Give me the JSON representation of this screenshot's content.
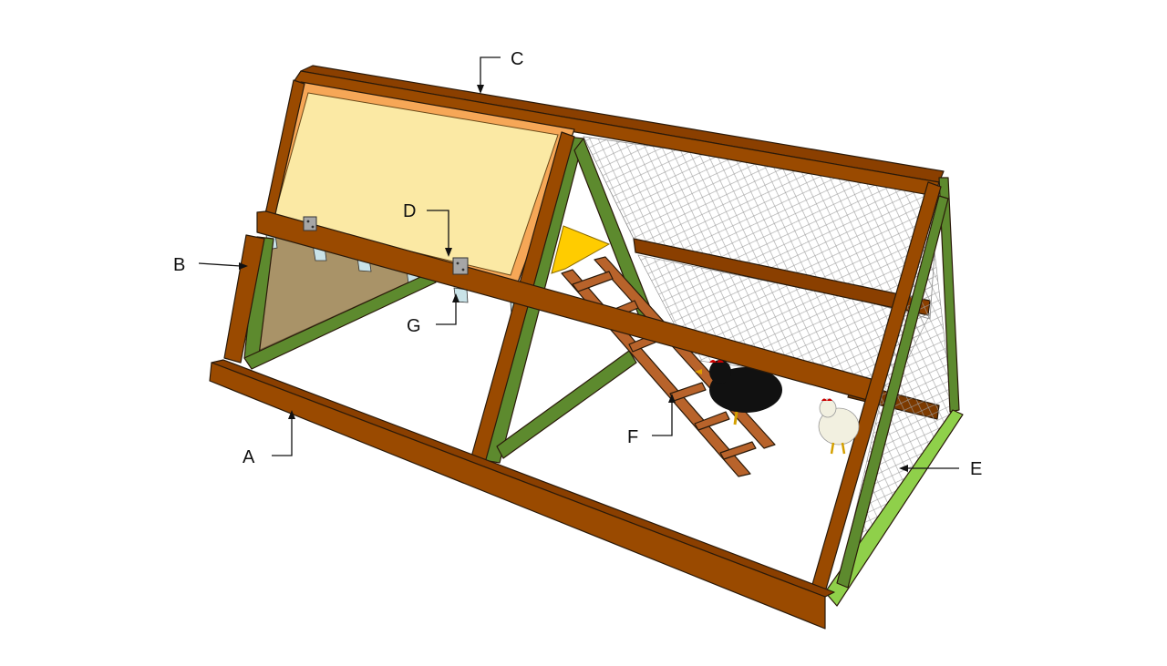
{
  "diagram": {
    "callouts": [
      {
        "id": "A",
        "label": "A"
      },
      {
        "id": "B",
        "label": "B"
      },
      {
        "id": "C",
        "label": "C"
      },
      {
        "id": "D",
        "label": "D"
      },
      {
        "id": "E",
        "label": "E"
      },
      {
        "id": "F",
        "label": "F"
      },
      {
        "id": "G",
        "label": "G"
      }
    ]
  },
  "colors": {
    "frame_brown": "#9a4a00",
    "frame_brown_dark": "#6e3300",
    "green_dark": "#5d8a2e",
    "green_light": "#8fd04a",
    "door_panel": "#fbe9a4",
    "door_trim": "#f6a757",
    "interior_board": "#a99368",
    "floor_yellow": "#ffcc00",
    "ladder": "#b8632b",
    "mesh": "#9a9a9a",
    "hinge": "#a6a6a6",
    "joist": "#c9e3e8"
  },
  "icons": [
    "black-hen-icon",
    "white-hen-icon",
    "hinge-icon"
  ]
}
